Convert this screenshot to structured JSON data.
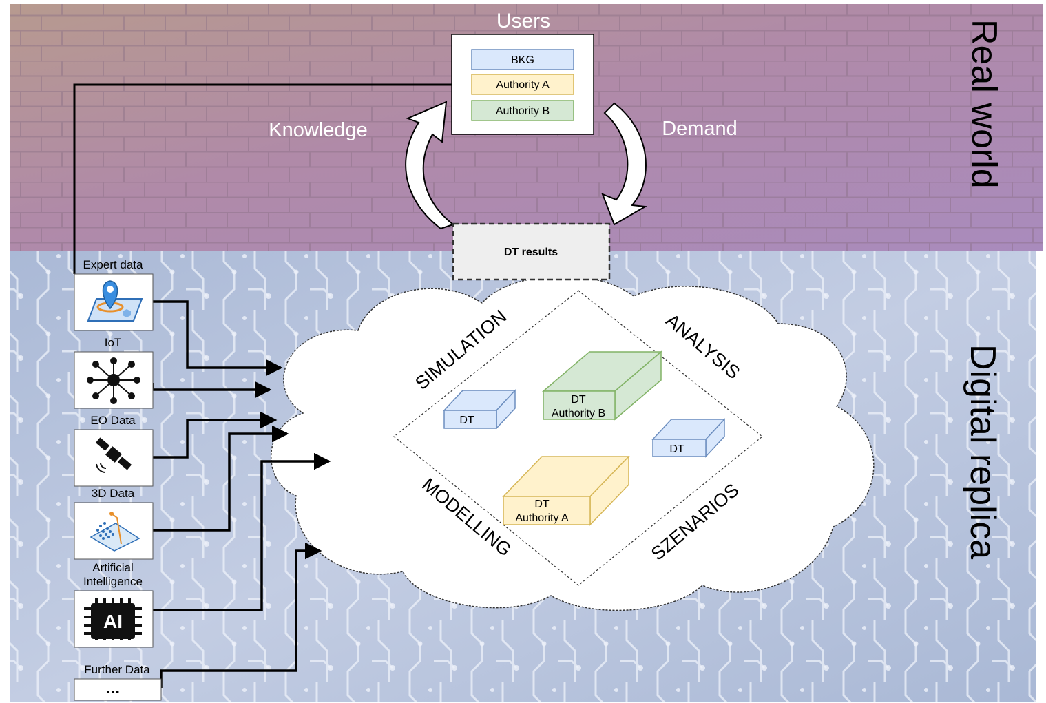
{
  "regions": {
    "top": "Real world",
    "bottom": "Digital replica"
  },
  "users": {
    "title": "Users",
    "items": [
      "BKG",
      "Authority A",
      "Authority B"
    ]
  },
  "flows": {
    "knowledge": "Knowledge",
    "demand": "Demand"
  },
  "dt_results": "DT results",
  "sources": [
    {
      "label": "Expert data",
      "icon": "map-pin-icon"
    },
    {
      "label": "IoT",
      "icon": "iot-network-icon"
    },
    {
      "label": "EO Data",
      "icon": "satellite-icon"
    },
    {
      "label": "3D Data",
      "icon": "point-cloud-icon"
    },
    {
      "label": "Artificial Intelligence",
      "label_lines": [
        "Artificial",
        "Intelligence"
      ],
      "icon": "ai-chip-icon"
    },
    {
      "label": "Further Data",
      "icon": "ellipsis-icon"
    }
  ],
  "ai_chip_text": "AI",
  "ellipsis_text": "...",
  "cloud": {
    "sides": [
      "SIMULATION",
      "ANALYSIS",
      "MODELLING",
      "SZENARIOS"
    ],
    "boxes": [
      {
        "lines": [
          "DT"
        ],
        "color": "blue"
      },
      {
        "lines": [
          "DT",
          "Authority B"
        ],
        "color": "green"
      },
      {
        "lines": [
          "DT"
        ],
        "color": "blue"
      },
      {
        "lines": [
          "DT",
          "Authority A"
        ],
        "color": "yellow"
      }
    ]
  },
  "colors": {
    "blue_fill": "#dae8fc",
    "blue_stroke": "#6c8ebf",
    "green_fill": "#d5e8d4",
    "green_stroke": "#82b366",
    "yellow_fill": "#fff2cc",
    "yellow_stroke": "#d6b656"
  }
}
